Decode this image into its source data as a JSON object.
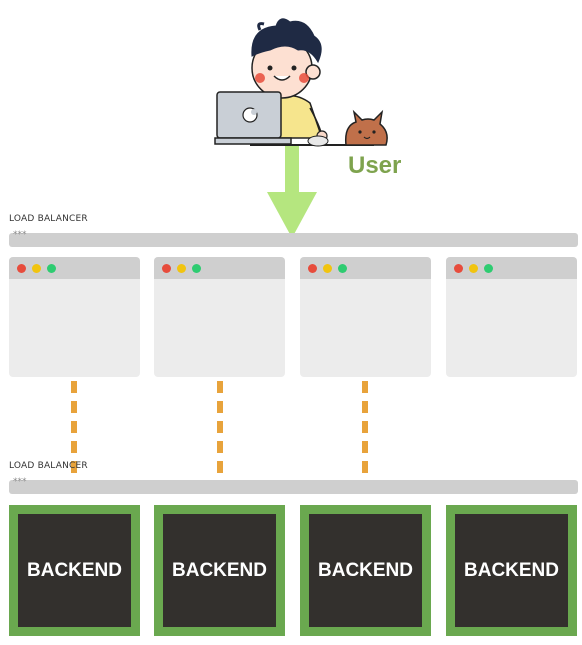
{
  "user": {
    "label": "User"
  },
  "load_balancer_top": {
    "label": "LOAD BALANCER",
    "bar_text": "***"
  },
  "load_balancer_bottom": {
    "label": "LOAD BALANCER",
    "bar_text": "***"
  },
  "frontend_windows": [
    {
      "id": "window-1"
    },
    {
      "id": "window-2"
    },
    {
      "id": "window-3"
    },
    {
      "id": "window-4"
    }
  ],
  "backends": [
    {
      "label": "BACKEND"
    },
    {
      "label": "BACKEND"
    },
    {
      "label": "BACKEND"
    },
    {
      "label": "BACKEND"
    }
  ],
  "colors": {
    "arrow": "#b5e67f",
    "user_label": "#7ea34e",
    "connector": "#e8a33b",
    "backend_border": "#6aa84f",
    "backend_fill": "#33302d"
  }
}
